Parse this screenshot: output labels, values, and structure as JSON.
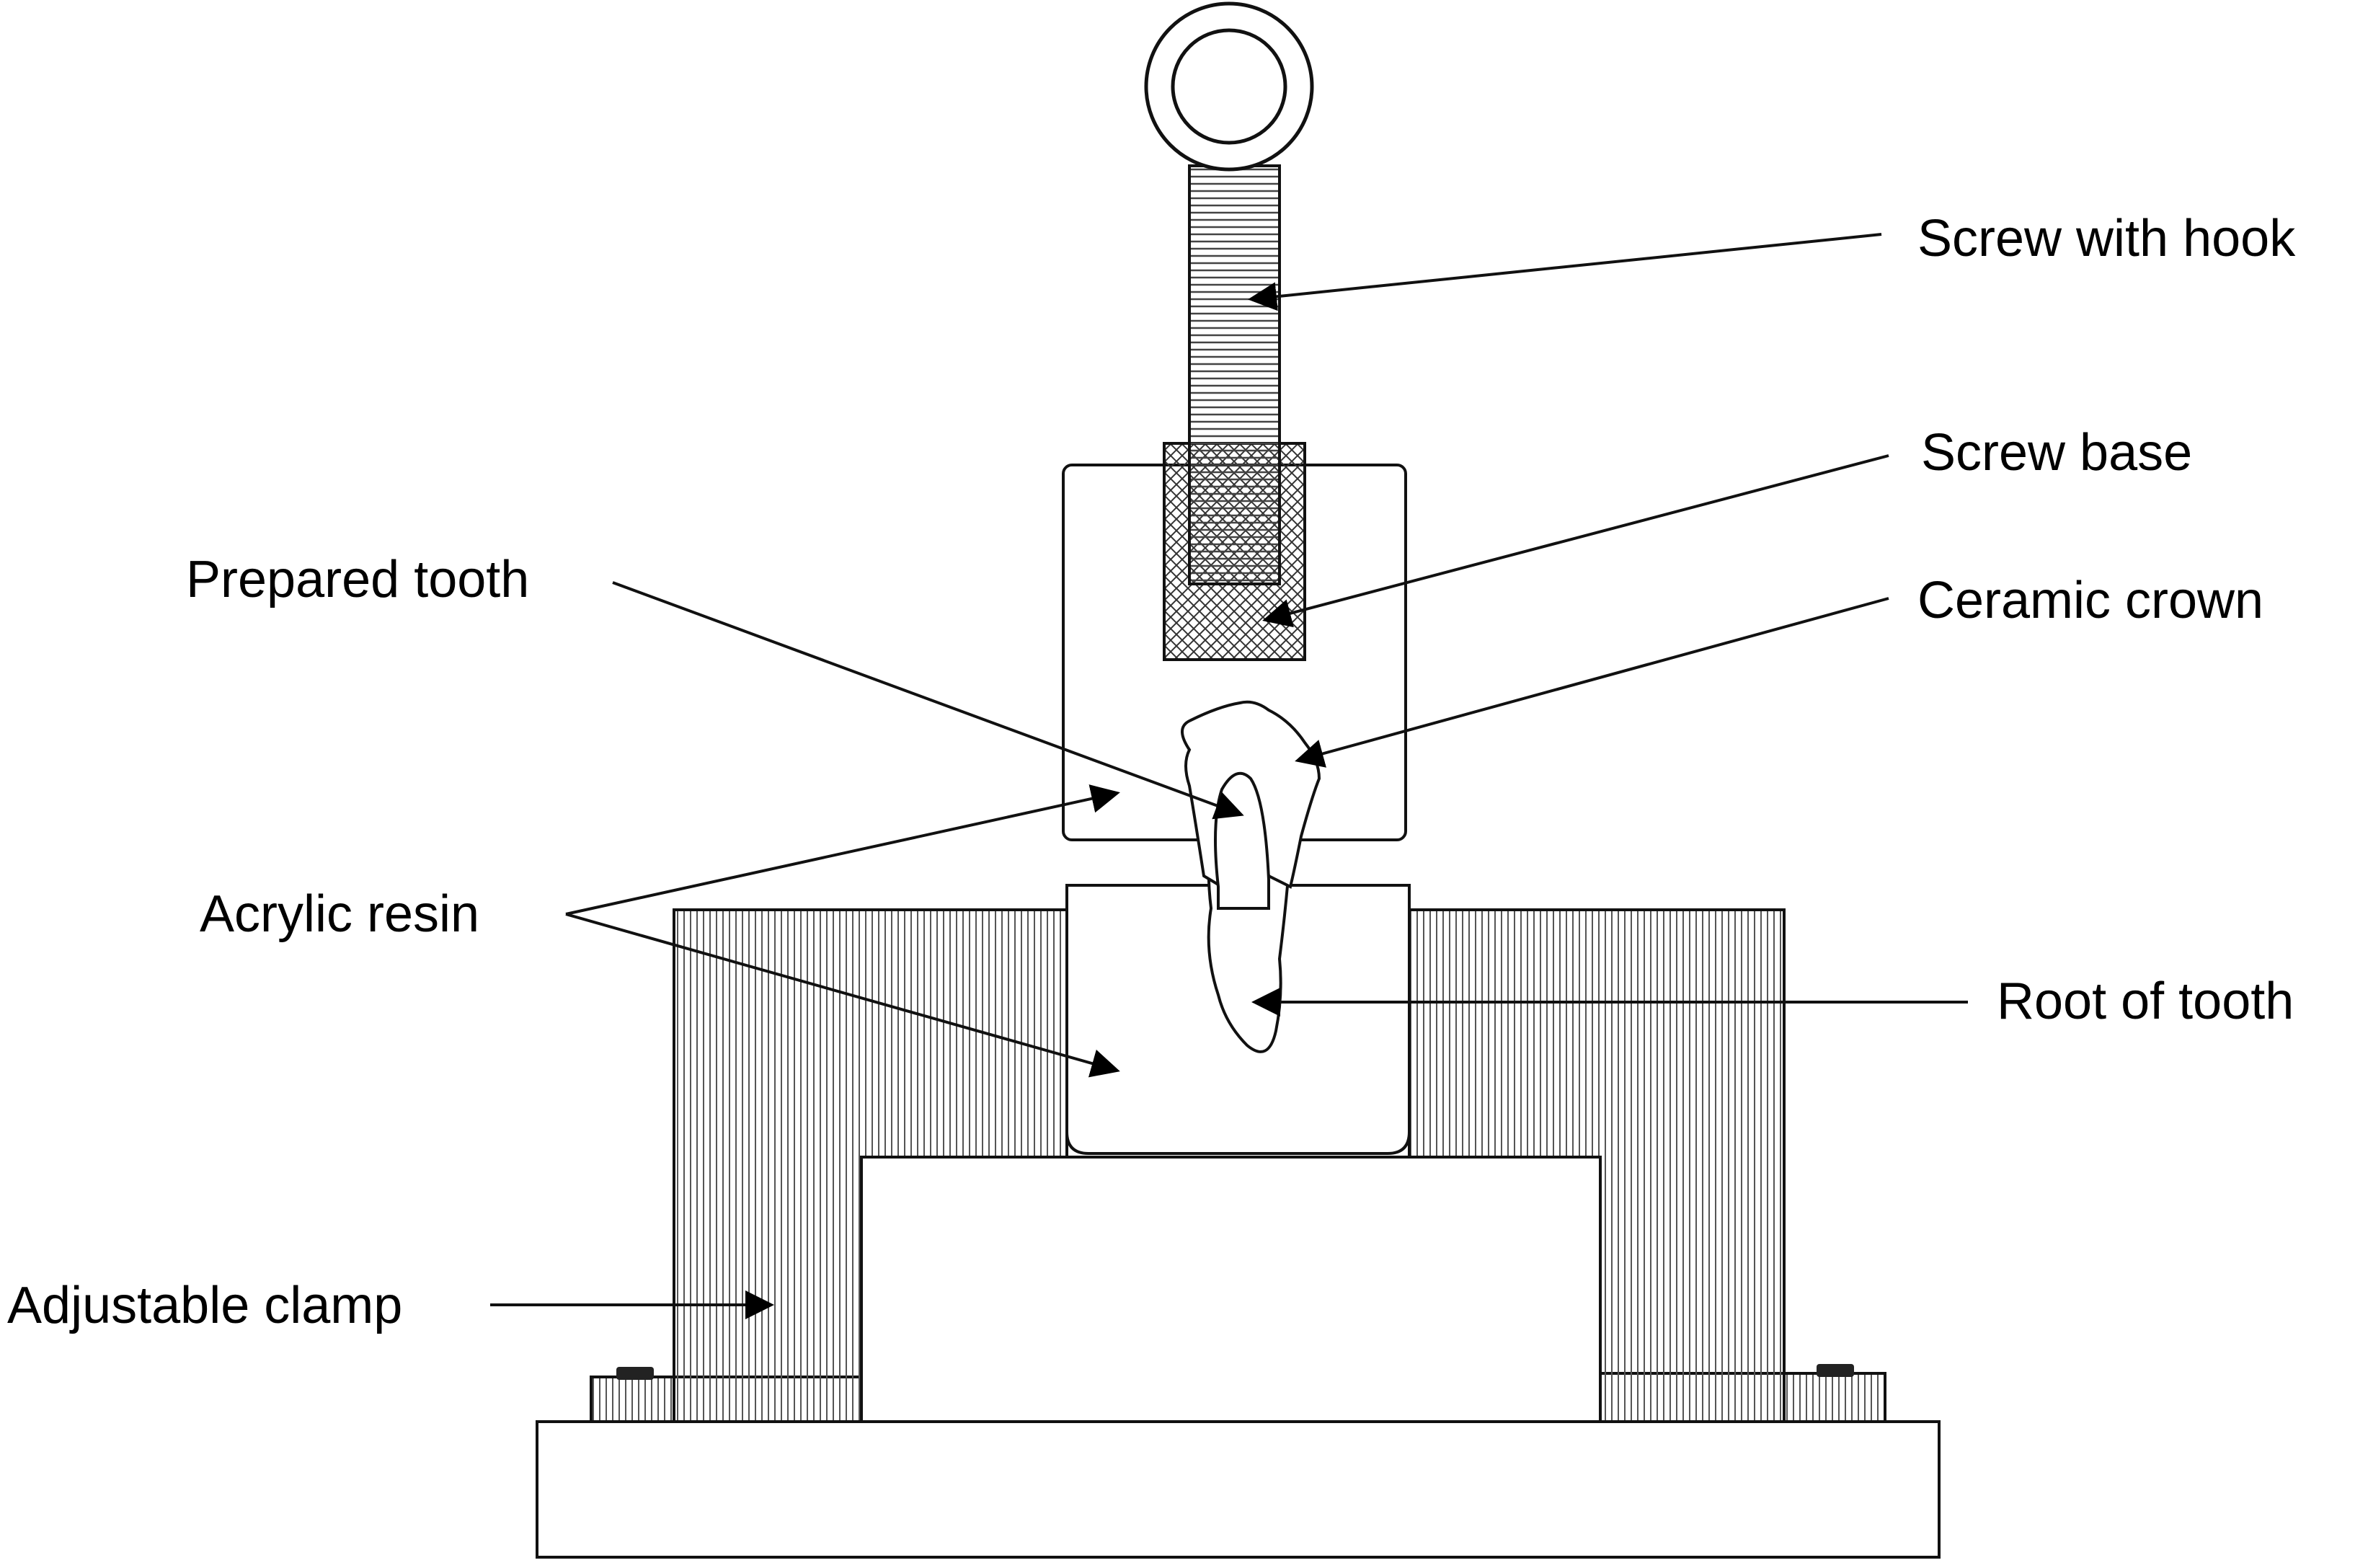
{
  "labels": {
    "screw_with_hook": "Screw with hook",
    "screw_base": "Screw base",
    "prepared_tooth": "Prepared tooth",
    "ceramic_crown": "Ceramic crown",
    "acrylic_resin": "Acrylic resin",
    "root_of_tooth": "Root of tooth",
    "adjustable_clamp": "Adjustable clamp"
  },
  "colors": {
    "line": "#111111",
    "background": "#ffffff"
  }
}
